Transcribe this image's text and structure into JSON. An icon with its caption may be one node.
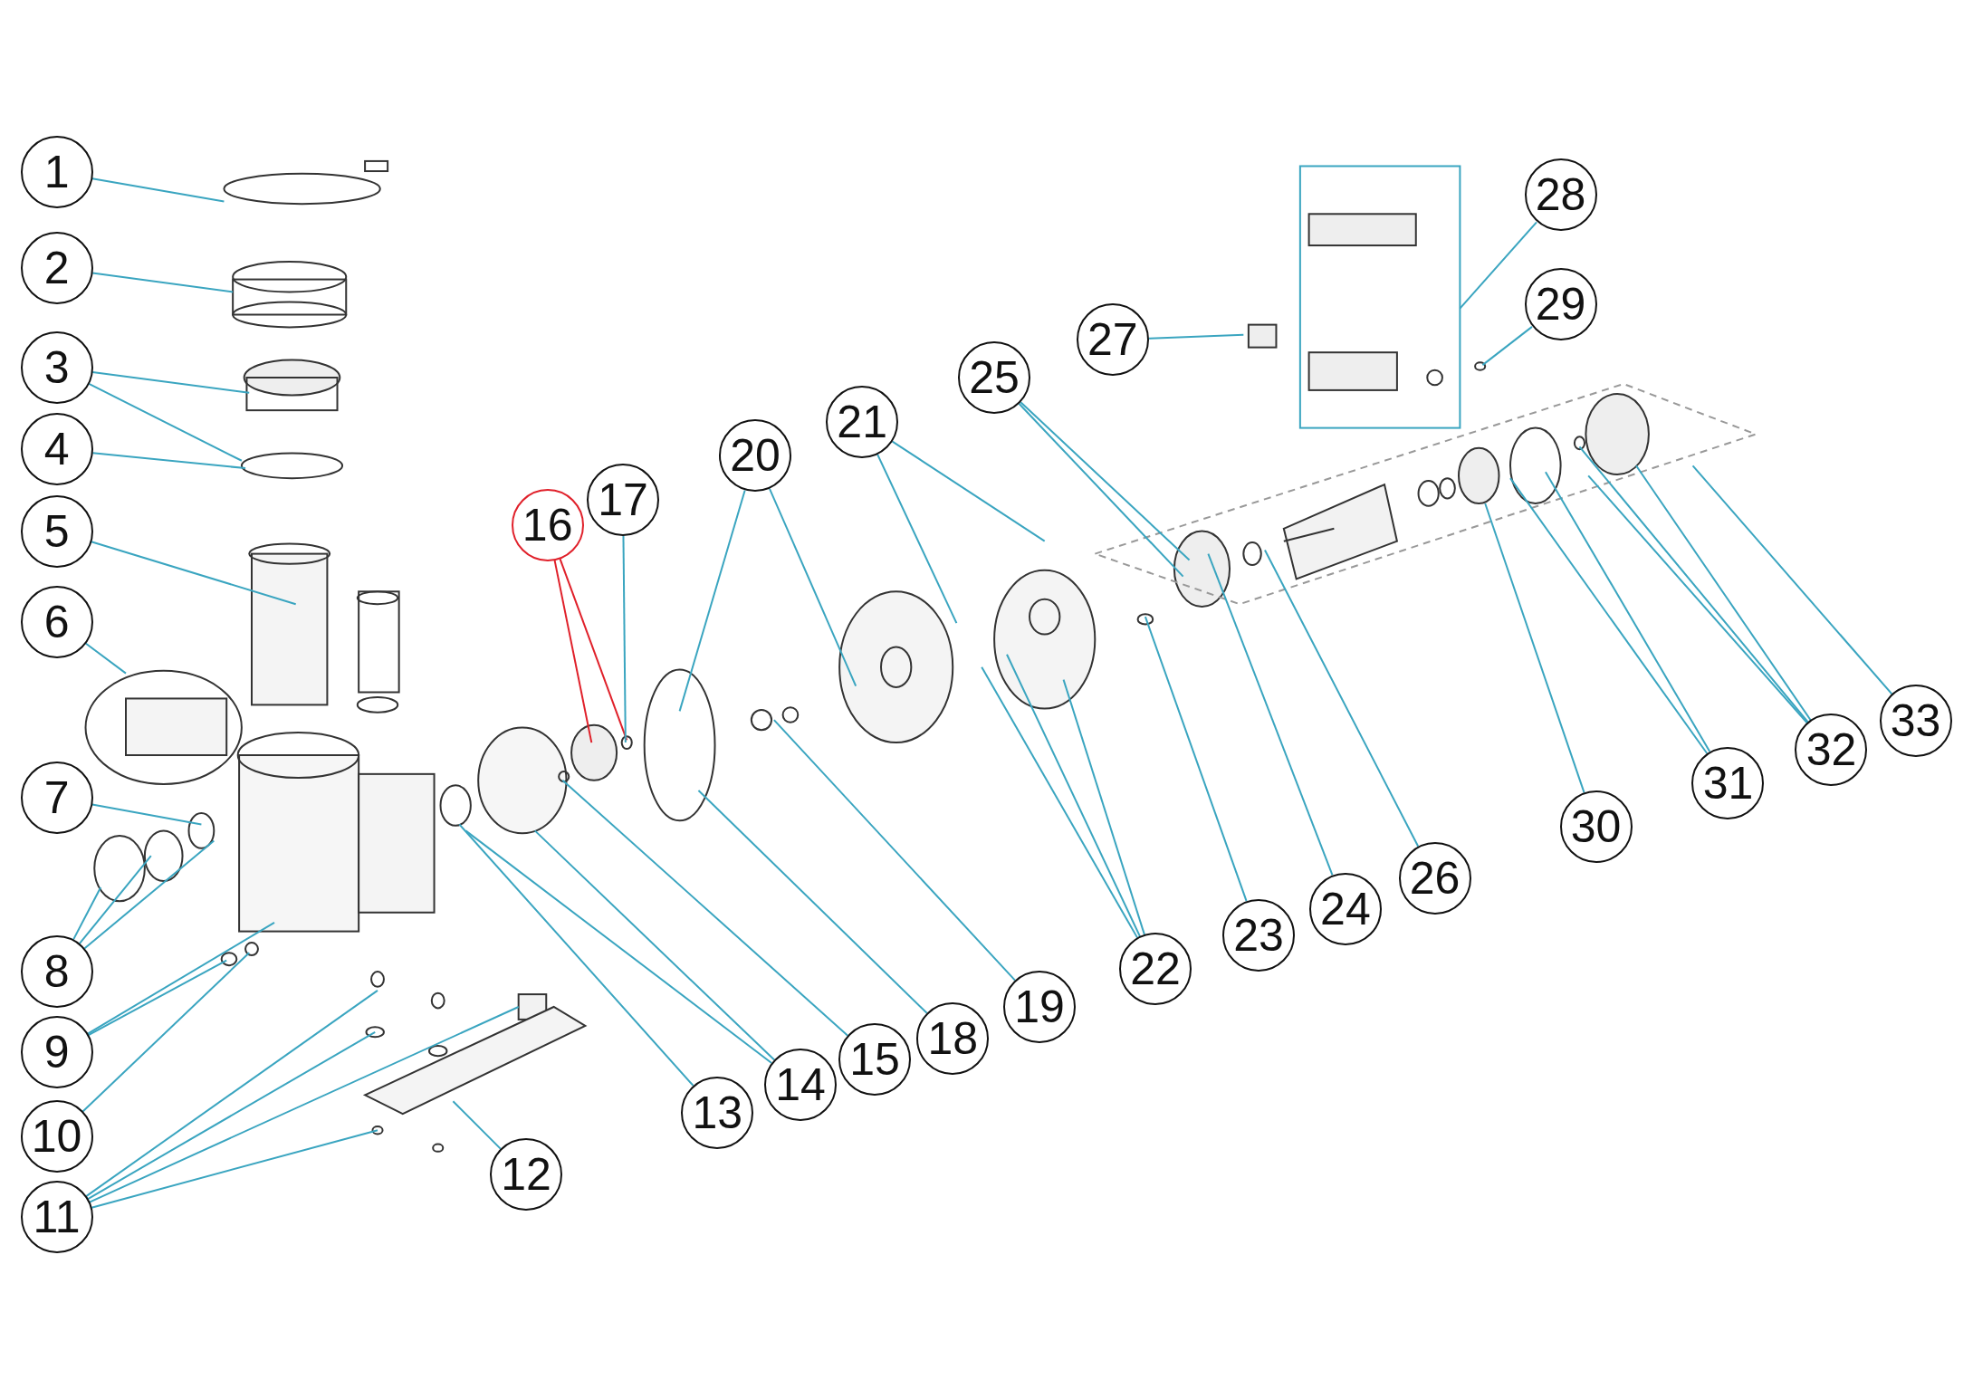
{
  "diagram": {
    "nodes": [
      {
        "text": [
          "1"
        ]
      },
      {
        "text": [
          "2"
        ]
      },
      {
        "text": [
          "3"
        ]
      },
      {
        "text": [
          "4"
        ]
      },
      {
        "text": [
          "5"
        ]
      },
      {
        "text": [
          "6"
        ]
      },
      {
        "text": [
          "7"
        ]
      },
      {
        "text": [
          "8"
        ]
      },
      {
        "text": [
          "9"
        ]
      },
      {
        "text": [
          "10"
        ]
      },
      {
        "text": [
          "11"
        ]
      },
      {
        "text": [
          "12"
        ]
      },
      {
        "text": [
          "13"
        ]
      },
      {
        "text": [
          "14"
        ]
      },
      {
        "text": [
          "15"
        ]
      },
      {
        "text": [
          "16"
        ]
      },
      {
        "text": [
          "17"
        ]
      },
      {
        "text": [
          "18"
        ]
      },
      {
        "text": [
          "19"
        ]
      },
      {
        "text": [
          "20"
        ]
      },
      {
        "text": [
          "21"
        ]
      },
      {
        "text": [
          "22"
        ]
      },
      {
        "text": [
          "23"
        ]
      },
      {
        "text": [
          "24"
        ]
      },
      {
        "text": [
          "25"
        ]
      },
      {
        "text": [
          "26"
        ]
      },
      {
        "text": [
          "27"
        ]
      },
      {
        "text": [
          "28"
        ]
      },
      {
        "text": [
          "29"
        ]
      },
      {
        "text": [
          "30"
        ]
      },
      {
        "text": [
          "31"
        ]
      },
      {
        "text": [
          "32"
        ]
      },
      {
        "text": [
          "33"
        ]
      }
    ],
    "edges": [
      {
        "from": 0,
        "to": null,
        "arrow": "none"
      },
      {
        "from": 1,
        "to": null,
        "arrow": "none"
      },
      {
        "from": 2,
        "to": null,
        "arrow": "none"
      },
      {
        "from": 2,
        "to": null,
        "arrow": "none"
      },
      {
        "from": 3,
        "to": null,
        "arrow": "none"
      },
      {
        "from": 4,
        "to": null,
        "arrow": "none"
      },
      {
        "from": 5,
        "to": null,
        "arrow": "none"
      },
      {
        "from": 6,
        "to": null,
        "arrow": "none"
      },
      {
        "from": 7,
        "to": null,
        "arrow": "none"
      },
      {
        "from": 7,
        "to": null,
        "arrow": "none"
      },
      {
        "from": 7,
        "to": null,
        "arrow": "none"
      },
      {
        "from": 8,
        "to": null,
        "arrow": "none"
      },
      {
        "from": 8,
        "to": null,
        "arrow": "none"
      },
      {
        "from": 9,
        "to": null,
        "arrow": "none"
      },
      {
        "from": 10,
        "to": null,
        "arrow": "none"
      },
      {
        "from": 10,
        "to": null,
        "arrow": "none"
      },
      {
        "from": 10,
        "to": null,
        "arrow": "none"
      },
      {
        "from": 10,
        "to": null,
        "arrow": "none"
      },
      {
        "from": 11,
        "to": null,
        "arrow": "none"
      },
      {
        "from": 12,
        "to": null,
        "arrow": "none"
      },
      {
        "from": 13,
        "to": null,
        "arrow": "none"
      },
      {
        "from": 13,
        "to": null,
        "arrow": "none"
      },
      {
        "from": 14,
        "to": null,
        "arrow": "none"
      },
      {
        "from": 15,
        "to": null,
        "arrow": "none",
        "color": "#e0202a"
      },
      {
        "from": 15,
        "to": null,
        "arrow": "none",
        "color": "#e0202a"
      },
      {
        "from": 16,
        "to": null,
        "arrow": "none"
      },
      {
        "from": 17,
        "to": null,
        "arrow": "none"
      },
      {
        "from": 18,
        "to": null,
        "arrow": "none"
      },
      {
        "from": 19,
        "to": null,
        "arrow": "none"
      },
      {
        "from": 19,
        "to": null,
        "arrow": "none"
      },
      {
        "from": 20,
        "to": null,
        "arrow": "none"
      },
      {
        "from": 20,
        "to": null,
        "arrow": "none"
      },
      {
        "from": 21,
        "to": null,
        "arrow": "none"
      },
      {
        "from": 21,
        "to": null,
        "arrow": "none"
      },
      {
        "from": 21,
        "to": null,
        "arrow": "none"
      },
      {
        "from": 22,
        "to": null,
        "arrow": "none"
      },
      {
        "from": 23,
        "to": null,
        "arrow": "none"
      },
      {
        "from": 24,
        "to": null,
        "arrow": "none"
      },
      {
        "from": 24,
        "to": null,
        "arrow": "none"
      },
      {
        "from": 25,
        "to": null,
        "arrow": "none"
      },
      {
        "from": 26,
        "to": null,
        "arrow": "none"
      },
      {
        "from": 27,
        "to": null,
        "arrow": "none"
      },
      {
        "from": 28,
        "to": null,
        "arrow": "none"
      },
      {
        "from": 29,
        "to": null,
        "arrow": "none"
      },
      {
        "from": 30,
        "to": null,
        "arrow": "none"
      },
      {
        "from": 30,
        "to": null,
        "arrow": "none"
      },
      {
        "from": 31,
        "to": null,
        "arrow": "none"
      },
      {
        "from": 31,
        "to": null,
        "arrow": "none"
      },
      {
        "from": 31,
        "to": null,
        "arrow": "none"
      },
      {
        "from": 32,
        "to": null,
        "arrow": "none"
      }
    ]
  }
}
